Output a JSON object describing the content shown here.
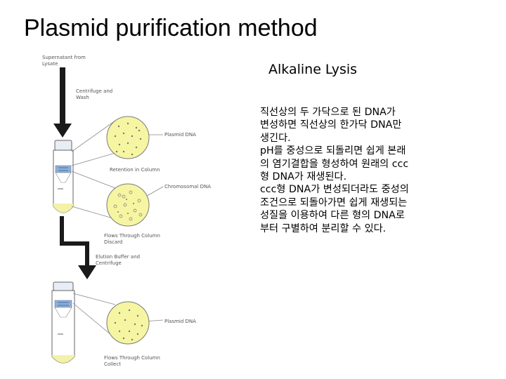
{
  "slide": {
    "title": "Plasmid purification method",
    "subtitle": "Alkaline Lysis",
    "body_lines": [
      "직선상의 두 가닥으로 된 DNA가",
      "변성하면 직선상의 한가닥 DNA만",
      "생긴다.",
      "pH를 중성으로 되돌리면 쉽게 본래",
      "의 염기결합을 형성하여 원래의 ccc",
      "형 DNA가 재생된다.",
      "ccc형 DNA가 변성되더라도 중성의",
      "조건으로 되돌아가면 쉽게 재생되는",
      "성질을 이용하여 다른 형의 DNA로",
      "부터 구별하여 분리할 수 있다."
    ]
  },
  "diagram": {
    "labels": {
      "supernatant": "Supernatant from\nLysate",
      "centrifuge_wash": "Centrifuge and\nWash",
      "plasmid_1": "Plasmid DNA",
      "retention": "Retention in Column",
      "chromosomal": "Chromosomal DNA",
      "flows_through_discard": "Flows Through Column\nDiscard",
      "elution": "Elution Buffer and\nCentrifuge",
      "plasmid_2": "Plasmid DNA",
      "flows_through_collect": "Flows Through Column\nCollect"
    },
    "colors": {
      "circle_fill": "#f6f5a2",
      "circle_stroke": "#7a7a7a",
      "tube_liquid": "#f3f2a6",
      "arrow": "#1a1a1a",
      "column_blue": "#8fb0d8"
    }
  }
}
